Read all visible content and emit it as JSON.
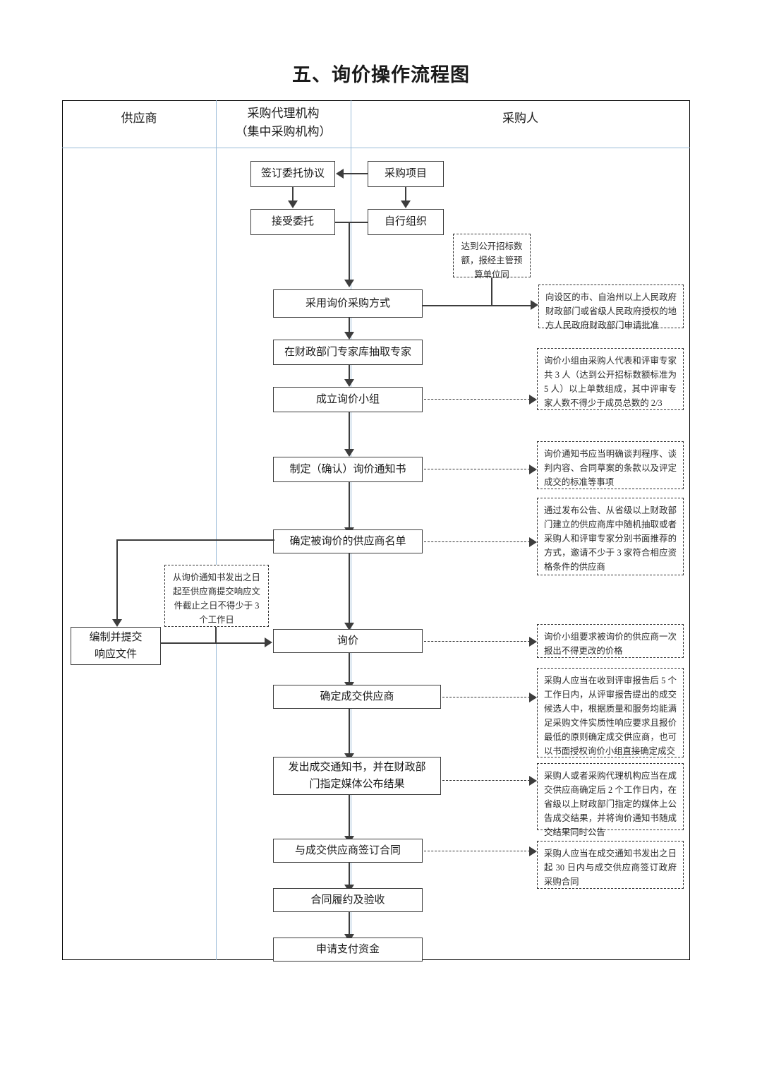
{
  "title": "五、询价操作流程图",
  "lanes": [
    {
      "label": "供应商"
    },
    {
      "label": "采购代理机构",
      "label2": "（集中采购机构）"
    },
    {
      "label": "采购人"
    }
  ],
  "boxes": {
    "sign_entrust": "签订委托协议",
    "purchase_project": "采购项目",
    "accept_entrust": "接受委托",
    "self_organize": "自行组织",
    "adopt_inquiry": "采用询价采购方式",
    "draw_experts": "在财政部门专家库抽取专家",
    "form_group": "成立询价小组",
    "make_notice": "制定（确认）询价通知书",
    "determine_suppliers": "确定被询价的供应商名单",
    "prepare_response_l1": "编制并提交",
    "prepare_response_l2": "响应文件",
    "inquiry": "询价",
    "determine_winner": "确定成交供应商",
    "issue_notice_l1": "发出成交通知书，并在财政部",
    "issue_notice_l2": "门指定媒体公布结果",
    "sign_contract": "与成交供应商签订合同",
    "perform_accept": "合同履约及验收",
    "apply_payment": "申请支付资金"
  },
  "notes": {
    "open_tender_amount": "达到公开招标数额，报经主管预算单位同",
    "apply_approval": "向设区的市、自治州以上人民政府财政部门或省级人民政府授权的地方人民政府财政部门申请批准",
    "group_composition": "询价小组由采购人代表和评审专家共 3 人（达到公开招标数额标准为 5 人）以上单数组成，其中评审专家人数不得少于成员总数的 2/3",
    "notice_contents": "询价通知书应当明确谈判程序、谈判内容、合同草案的条款以及评定成交的标准等事项",
    "invite_suppliers": "通过发布公告、从省级以上财政部门建立的供应商库中随机抽取或者采购人和评审专家分别书面推荐的方式，邀请不少于 3 家符合相应资格条件的供应商",
    "response_deadline": "从询价通知书发出之日起至供应商提交响应文件截止之日不得少于 3 个工作日",
    "one_time_price": "询价小组要求被询价的供应商一次报出不得更改的价格",
    "winner_rule": "采购人应当在收到评审报告后 5 个工作日内，从评审报告提出的成交候选人中，根据质量和服务均能满足采购文件实质性响应要求且报价最低的原则确定成交供应商，也可以书面授权询价小组直接确定成交",
    "announce_rule": "采购人或者采购代理机构应当在成交供应商确定后 2 个工作日内，在省级以上财政部门指定的媒体上公告成交结果，并将询价通知书随成交结果同时公告",
    "contract_deadline": "采购人应当在成交通知书发出之日起 30 日内与成交供应商签订政府采购合同"
  },
  "colors": {
    "lane_divider": "#9bbcd8",
    "box_border": "#3d3d3d",
    "note_border": "#333333",
    "frame_border": "#000000"
  }
}
